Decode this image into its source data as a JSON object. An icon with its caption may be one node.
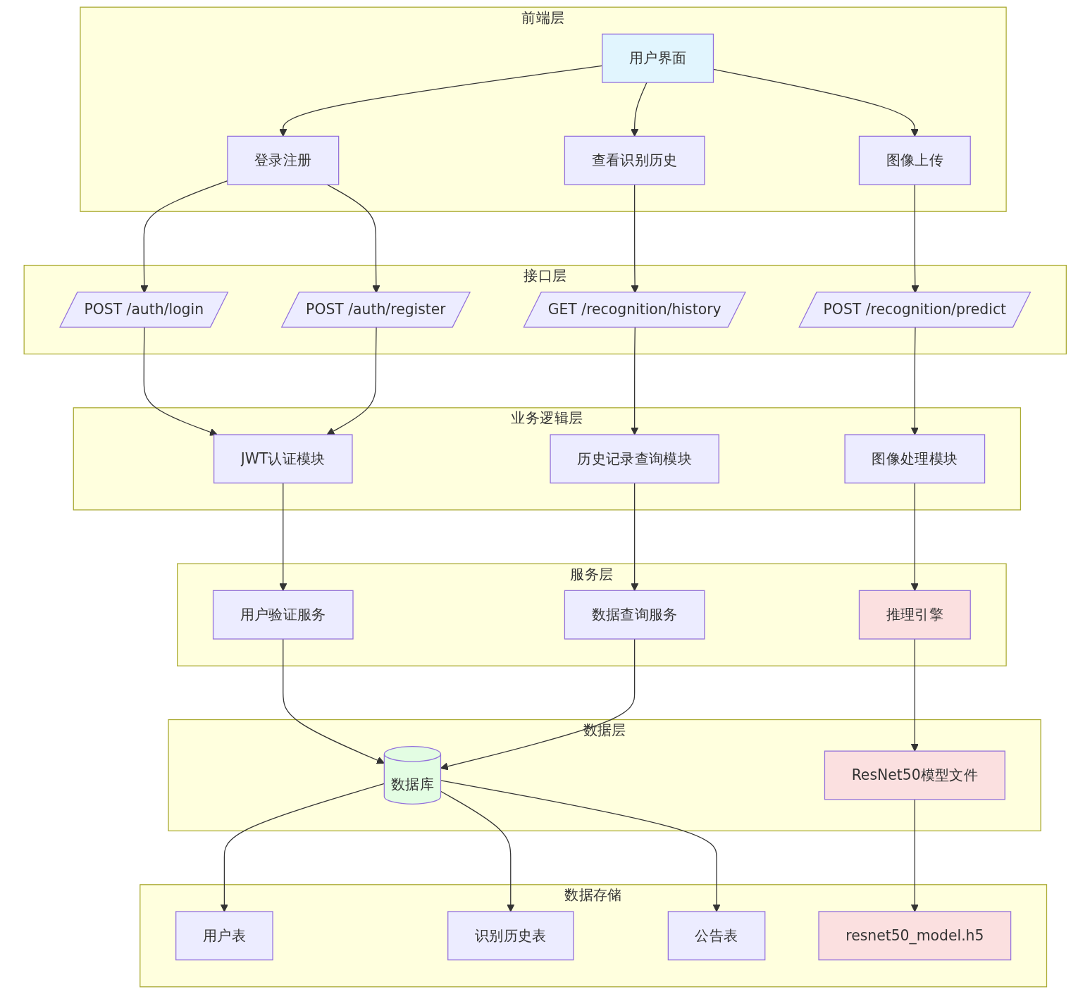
{
  "diagram": {
    "nodes": [
      {
        "text": [
          "前端层"
        ]
      },
      {
        "text": [
          "用户界面"
        ],
        "in": 0
      },
      {
        "text": [
          "登录注册"
        ],
        "in": 0
      },
      {
        "text": [
          "查看识别历史"
        ],
        "in": 0
      },
      {
        "text": [
          "图像上传"
        ],
        "in": 0
      },
      {
        "text": [
          "接口层"
        ]
      },
      {
        "text": [
          "POST /auth/login"
        ],
        "in": 5
      },
      {
        "text": [
          "POST /auth/register"
        ],
        "in": 5
      },
      {
        "text": [
          "GET /recognition/history"
        ],
        "in": 5
      },
      {
        "text": [
          "POST /recognition/predict"
        ],
        "in": 5
      },
      {
        "text": [
          "业务逻辑层"
        ]
      },
      {
        "text": [
          "JWT认证模块"
        ],
        "in": 10
      },
      {
        "text": [
          "历史记录查询模块"
        ],
        "in": 10
      },
      {
        "text": [
          "图像处理模块"
        ],
        "in": 10
      },
      {
        "text": [
          "服务层"
        ]
      },
      {
        "text": [
          "用户验证服务"
        ],
        "in": 14
      },
      {
        "text": [
          "数据查询服务"
        ],
        "in": 14
      },
      {
        "text": [
          "推理引擎"
        ],
        "in": 14
      },
      {
        "text": [
          "数据层"
        ]
      },
      {
        "text": [
          "数据库"
        ],
        "in": 18
      },
      {
        "text": [
          "ResNet50模型文件"
        ],
        "in": 18
      },
      {
        "text": [
          "数据存储"
        ]
      },
      {
        "text": [
          "用户表"
        ],
        "in": 21
      },
      {
        "text": [
          "识别历史表"
        ],
        "in": 21
      },
      {
        "text": [
          "公告表"
        ],
        "in": 21
      },
      {
        "text": [
          "resnet50_model.h5"
        ],
        "in": 21
      }
    ],
    "edges": [
      {
        "from": 1,
        "to": 2,
        "arrow": "to"
      },
      {
        "from": 1,
        "to": 3,
        "arrow": "to"
      },
      {
        "from": 1,
        "to": 4,
        "arrow": "to"
      },
      {
        "from": 2,
        "to": 6,
        "arrow": "to"
      },
      {
        "from": 2,
        "to": 7,
        "arrow": "to"
      },
      {
        "from": 3,
        "to": 8,
        "arrow": "to"
      },
      {
        "from": 4,
        "to": 9,
        "arrow": "to"
      },
      {
        "from": 6,
        "to": 11,
        "arrow": "to"
      },
      {
        "from": 7,
        "to": 11,
        "arrow": "to"
      },
      {
        "from": 8,
        "to": 12,
        "arrow": "to"
      },
      {
        "from": 9,
        "to": 13,
        "arrow": "to"
      },
      {
        "from": 11,
        "to": 15,
        "arrow": "to"
      },
      {
        "from": 12,
        "to": 16,
        "arrow": "to"
      },
      {
        "from": 13,
        "to": 17,
        "arrow": "to"
      },
      {
        "from": 15,
        "to": 19,
        "arrow": "to"
      },
      {
        "from": 16,
        "to": 19,
        "arrow": "to"
      },
      {
        "from": 17,
        "to": 20,
        "arrow": "to"
      },
      {
        "from": 19,
        "to": 22,
        "arrow": "to"
      },
      {
        "from": 19,
        "to": 23,
        "arrow": "to"
      },
      {
        "from": 19,
        "to": 24,
        "arrow": "to"
      },
      {
        "from": 20,
        "to": 25,
        "arrow": "to"
      }
    ]
  }
}
